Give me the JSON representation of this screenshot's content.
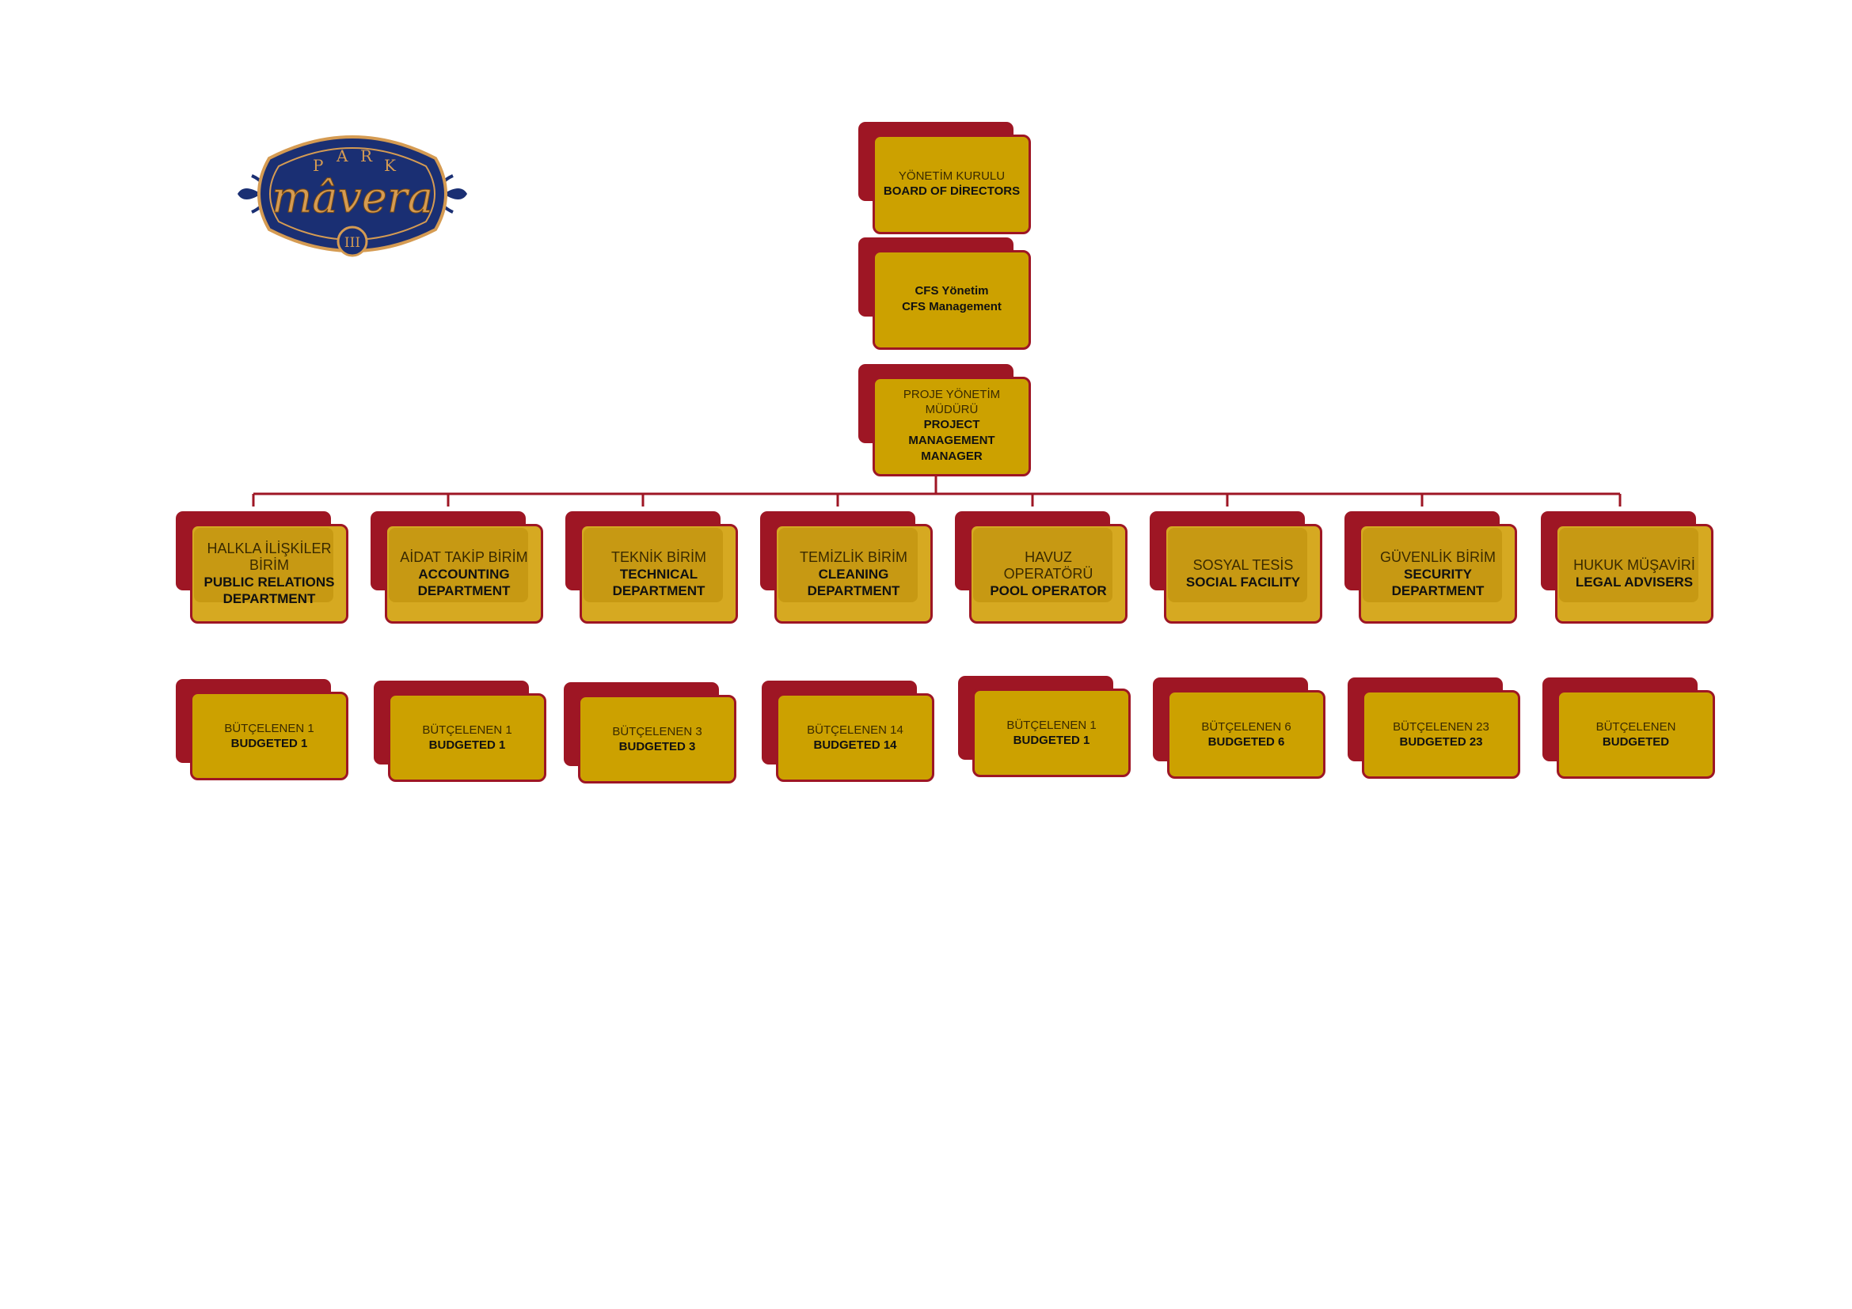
{
  "logo": {
    "top_text": "PARK",
    "name": "mâvera",
    "numeral": "III",
    "colors": {
      "navy": "#1a2f73",
      "gold": "#d59b52"
    }
  },
  "colors": {
    "crimson": "#9e1624",
    "gold": "#cca100",
    "line": "#9e1624"
  },
  "top_nodes": [
    {
      "tr": "YÖNETİM KURULU",
      "en": "BOARD OF DİRECTORS"
    },
    {
      "tr": "",
      "en": "CFS Yönetim\nCFS Management"
    },
    {
      "tr": "PROJE YÖNETİM MÜDÜRÜ",
      "en": "PROJECT MANAGEMENT MANAGER"
    }
  ],
  "departments": [
    {
      "tr": "HALKLA İLİŞKİLER BİRİM",
      "en": "PUBLIC RELATIONS DEPARTMENT"
    },
    {
      "tr": "AİDAT TAKİP BİRİM",
      "en": "ACCOUNTING DEPARTMENT"
    },
    {
      "tr": "TEKNİK BİRİM",
      "en": "TECHNICAL DEPARTMENT"
    },
    {
      "tr": "TEMİZLİK BİRİM",
      "en": "CLEANING DEPARTMENT"
    },
    {
      "tr": "HAVUZ OPERATÖRÜ",
      "en": "POOL OPERATOR"
    },
    {
      "tr": "SOSYAL TESİS",
      "en": "SOCIAL FACILITY"
    },
    {
      "tr": "GÜVENLİK BİRİM",
      "en": "SECURITY DEPARTMENT"
    },
    {
      "tr": "HUKUK MÜŞAVİRİ",
      "en": "LEGAL ADVISERS"
    }
  ],
  "budgets": [
    {
      "tr": "BÜTÇELENEN 1",
      "en": "BUDGETED 1"
    },
    {
      "tr": "BÜTÇELENEN 1",
      "en": "BUDGETED 1"
    },
    {
      "tr": "BÜTÇELENEN 3",
      "en": "BUDGETED 3"
    },
    {
      "tr": "BÜTÇELENEN 14",
      "en": "BUDGETED 14"
    },
    {
      "tr": "BÜTÇELENEN 1",
      "en": "BUDGETED 1"
    },
    {
      "tr": "BÜTÇELENEN 6",
      "en": "BUDGETED 6"
    },
    {
      "tr": "BÜTÇELENEN 23",
      "en": "BUDGETED 23"
    },
    {
      "tr": "BÜTÇELENEN",
      "en": "BUDGETED"
    }
  ]
}
